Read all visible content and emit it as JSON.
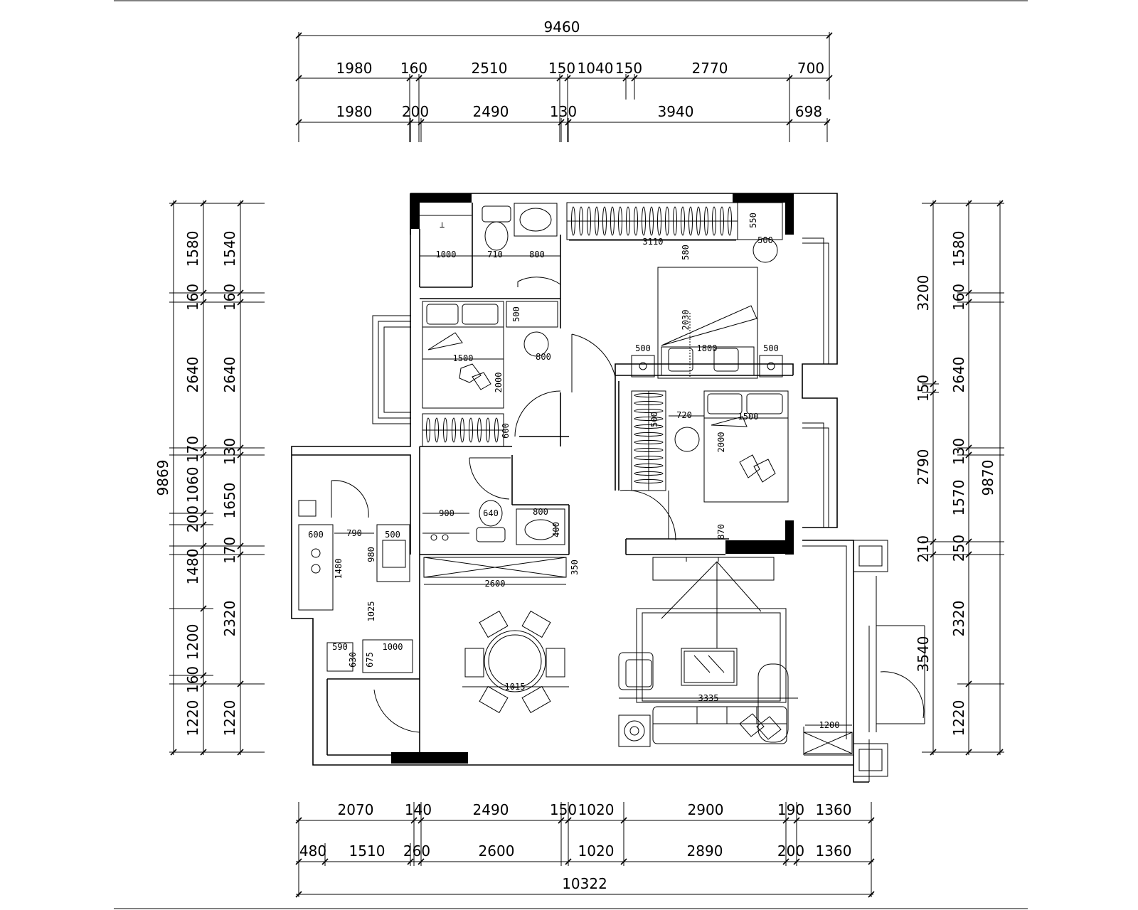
{
  "dimensions": {
    "top_total": "9460",
    "top_row1": [
      "1980",
      "160",
      "2510",
      "150",
      "1040",
      "150",
      "2770",
      "700"
    ],
    "top_row2": [
      "1980",
      "200",
      "2490",
      "130",
      "3940",
      "698"
    ],
    "bottom_total": "10322",
    "bottom_row1": [
      "2070",
      "140",
      "2490",
      "150",
      "1020",
      "2900",
      "190",
      "1360"
    ],
    "bottom_row2": [
      "480",
      "1510",
      "260",
      "2600",
      "1020",
      "2890",
      "200",
      "1360"
    ],
    "left_total": "9869",
    "left_col1": [
      "1580",
      "160",
      "2640",
      "170",
      "1060",
      "200",
      "1480",
      "1200",
      "160",
      "1220"
    ],
    "left_col2": [
      "1540",
      "160",
      "2640",
      "130",
      "1650",
      "170",
      "2320",
      "1220"
    ],
    "right_col1": [
      "3200",
      "150",
      "2790",
      "210",
      "3540"
    ],
    "right_col2": [
      "1580",
      "160",
      "2640",
      "130",
      "1570",
      "250",
      "2320",
      "1220"
    ],
    "right_total": "9870"
  },
  "interior_labels": {
    "bath_top_width": "1000",
    "bath_top_toilet": "710",
    "bath_top_basin": "800",
    "wardrobe_top_width": "3110",
    "wardrobe_top_depth": "580",
    "bed_master_length": "2030",
    "bed_master_width": "1800",
    "nightstand_left": "500",
    "nightstand_right": "500",
    "wardrobe_top_right_depth": "550",
    "chair_master": "500",
    "bedroom2_bed_width": "1500",
    "bedroom2_bed_length": "2000",
    "bedroom2_desk": "500",
    "bedroom2_chair": "800",
    "bedroom2_wardrobe": "600",
    "bedroom3_desk": "720",
    "bedroom3_bed_width": "1500",
    "bedroom3_bed_length": "2000",
    "bedroom3_wardrobe": "500",
    "bedroom3_wall": "870",
    "bath2_shower": "900",
    "bath2_toilet": "640",
    "bath2_basin": "800",
    "bath2_small": "400",
    "cabinet_depth": "350",
    "cabinet_width": "2600",
    "kitchen_stove": "600",
    "kitchen_aisle": "790",
    "kitchen_counter": "1480",
    "kitchen_sink_w": "500",
    "kitchen_sink_l": "980",
    "kitchen_passage": "1025",
    "fridge_w": "590",
    "fridge_d": "630",
    "fridge_2": "675",
    "kitchen_unit": "1000",
    "dining_table": "1015",
    "sofa_width": "3335",
    "balcony_cabinet": "1200"
  }
}
